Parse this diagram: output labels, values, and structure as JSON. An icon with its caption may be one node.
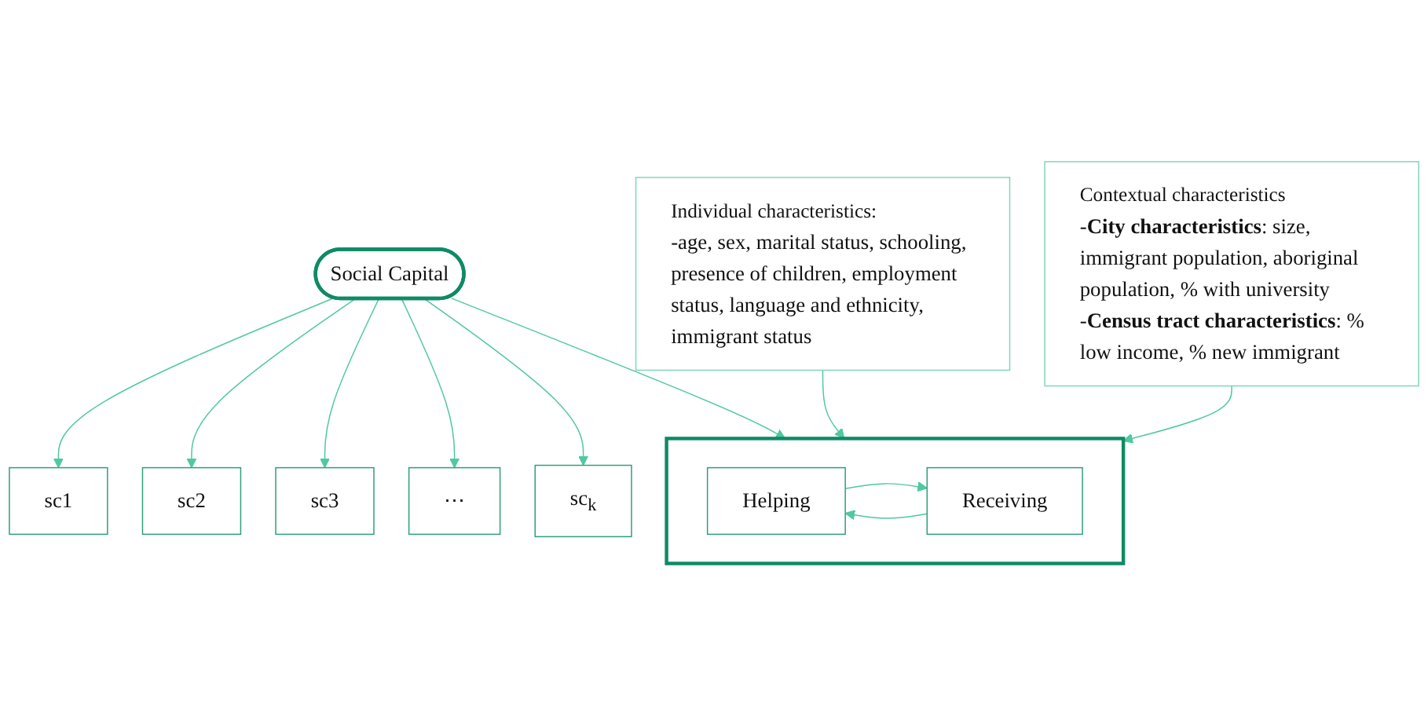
{
  "diagram": {
    "nodes": [
      {
        "text": [
          "Individual characteristics:",
          "-age, sex, marital status, schooling, presence of children, employment status, language and ethnicity, immigrant status"
        ]
      },
      {
        "text": [
          "Contextual characteristics",
          "-**City characteristics**: size, immigrant population, aboriginal population, % with university",
          "-**Census tract characteristics**: % low income, % new immigrant"
        ]
      },
      {
        "text": [
          "sc1"
        ]
      },
      {
        "text": [
          "sc2"
        ]
      },
      {
        "text": [
          "sc3"
        ]
      },
      {
        "text": [
          "⋯"
        ]
      },
      {
        "text": [
          "sc$_{k}$"
        ]
      },
      {
        "text": [
          "Social Capital"
        ]
      },
      {
        "text": [],
        "shape": "box"
      },
      {
        "text": [
          "Helping"
        ],
        "in": 8
      },
      {
        "text": [
          "Receiving"
        ],
        "in": 8
      }
    ],
    "edges": [
      {
        "from": 7,
        "to": 2,
        "arrow": "to"
      },
      {
        "from": 7,
        "to": 3,
        "arrow": "to"
      },
      {
        "from": 7,
        "to": 4,
        "arrow": "to"
      },
      {
        "from": 7,
        "to": 5,
        "arrow": "to"
      },
      {
        "from": 7,
        "to": 6,
        "arrow": "to"
      },
      {
        "from": 0,
        "to": 8,
        "arrow": "to"
      },
      {
        "from": 7,
        "to": 8,
        "arrow": "to"
      },
      {
        "from": 1,
        "to": 8,
        "arrow": "to"
      },
      {
        "from": 9,
        "to": 10,
        "arrow": "to"
      },
      {
        "from": 10,
        "to": 9,
        "arrow": "to"
      }
    ]
  }
}
